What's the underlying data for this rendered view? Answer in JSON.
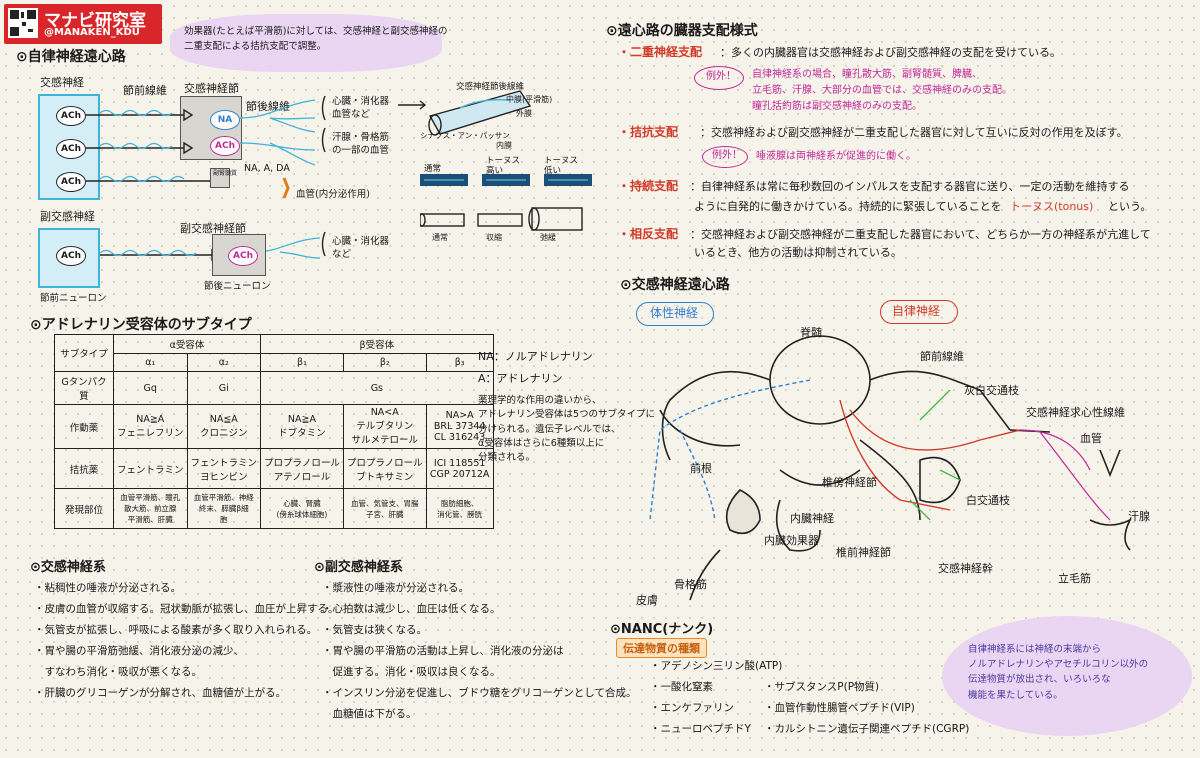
{
  "logo": {
    "title": "マナビ研究室",
    "handle": "@MANAKEN_KDU"
  },
  "top_note": {
    "line1": "効果器(たとえば平滑筋)に対しては、交感神経と副交感神経の",
    "line2": "二重支配による拮抗支配で調整。"
  },
  "left": {
    "heading": "⊙自律神経遠心路",
    "sympathetic": "交感神経",
    "preganglionic_fiber": "節前線維",
    "sympathetic_ganglion": "交感神経節",
    "postganglionic_fiber": "節後線維",
    "ach": "ACh",
    "na": "NA",
    "na_a_da": "NA, A, DA",
    "adrenal_medulla": "副腎髄質",
    "targets1": "心臓・消化器\n血管など",
    "targets2": "汗腺・骨格筋\nの一部の血管",
    "blood_note": "血管(内分泌作用)",
    "parasympathetic": "副交感神経",
    "parasympathetic_ganglion": "副交感神経節",
    "targets3": "心臓・消化器\nなど",
    "postganglionic_neuron": "節後ニューロン",
    "preganglionic_neuron": "節前ニューロン",
    "varicosity_title": "交感神経節後線維",
    "smooth_muscle": "中膜(平滑筋)",
    "adventitia": "外膜",
    "intima": "内膜",
    "synapse": "シナプス・アン・パッサン",
    "normal": "通常",
    "tonus_high": "トーヌス\n高い",
    "tonus_low": "トーヌス\n低い",
    "normal2": "通常",
    "contraction": "収縮",
    "relaxation": "弛緩"
  },
  "adrenergic": {
    "heading": "⊙アドレナリン受容体のサブタイプ",
    "alpha_receptor": "α受容体",
    "beta_receptor": "β受容体",
    "subtype": "サブタイプ",
    "subtypes": [
      "α₁",
      "α₂",
      "β₁",
      "β₂",
      "β₃"
    ],
    "g_protein_label": "Gタンパク質",
    "g_protein": [
      "Gq",
      "Gi",
      "Gs"
    ],
    "agonist_label": "作動薬",
    "agonists": [
      "NA≧A\nフェニレフリン",
      "NA≦A\nクロニジン",
      "NA≧A\nドブタミン",
      "NA<A\nテルブタリン\nサルメテロール",
      "NA>A\nBRL 37344\nCL 316243"
    ],
    "antagonist_label": "拮抗薬",
    "antagonists": [
      "フェントラミン",
      "フェントラミン\nヨヒンビン",
      "プロプラノロール\nアテノロール",
      "プロプラノロール\nブトキサミン",
      "ICI 118551\nCGP 20712A"
    ],
    "location_label": "発現部位",
    "locations": [
      "血管平滑筋、瞳孔\n散大筋、前立腺\n平滑筋、肝臓",
      "血管平滑筋、神経\n終末、膵臓β細\n胞",
      "心臓、腎臓\n(傍糸球体細胞)",
      "血管、気管支、胃腸\n子宮、肝臓",
      "脂肪細胞、\n消化管、膀胱"
    ],
    "na_def": "NA：ノルアドレナリン",
    "a_def": "A：アドレナリン",
    "note": "薬理学的な作用の違いから、\nアドレナリン受容体は5つのサブタイプに\n分けられる。遺伝子レベルでは、\nα受容体はさらに6種類以上に\n分類される。"
  },
  "sym_effects": {
    "heading": "⊙交感神経系",
    "items": [
      "・粘稠性の唾液が分泌される。",
      "・皮膚の血管が収縮する。冠状動脈が拡張し、血圧が上昇する。",
      "・気管支が拡張し、呼吸による酸素が多く取り入れられる。",
      "・胃や腸の平滑筋弛緩、消化液分泌の減少、",
      "　すなわち消化・吸収が悪くなる。",
      "・肝臓のグリコーゲンが分解され、血糖値が上がる。"
    ]
  },
  "para_effects": {
    "heading": "⊙副交感神経系",
    "items": [
      "・漿液性の唾液が分泌される。",
      "・心拍数は減少し、血圧は低くなる。",
      "・気管支は狭くなる。",
      "・胃や腸の平滑筋の活動は上昇し、消化液の分泌は",
      "　促進する。消化・吸収は良くなる。",
      "・インスリン分泌を促進し、ブドウ糖をグリコーゲンとして合成。",
      "　血糖値は下がる。"
    ]
  },
  "organ_control": {
    "heading": "⊙遠心路の臓器支配様式",
    "dual_title": "・二重神経支配",
    "dual_text": "：多くの内臓器官は交感神経および副交感神経の支配を受けている。",
    "exception1_tag": "例外！",
    "exception1_lines": [
      "自律神経系の場合、瞳孔散大筋、副腎髄質、脾臓、",
      "立毛筋、汗腺、大部分の血管では、交感神経のみの支配。",
      "瞳孔括約筋は副交感神経のみの支配。"
    ],
    "antag_title": "・拮抗支配",
    "antag_text": "：交感神経および副交感神経が二重支配した器官に対して互いに反対の作用を及ぼす。",
    "exception2_tag": "例外！",
    "exception2_text": "唾液腺は両神経系が促進的に働く。",
    "tonic_title": "・持続支配",
    "tonic_text1": "：自律神経系は常に毎秒数回のインパルスを支配する器官に送り、一定の活動を維持する",
    "tonic_text2": "ように自発的に働きかけている。持続的に緊張していることを",
    "tonus_word": "トーヌス(tonus)",
    "tonic_text3": "という。",
    "recip_title": "・相反支配",
    "recip_text1": "：交感神経および副交感神経が二重支配した器官において、どちらか一方の神経系が亢進して",
    "recip_text2": "いるとき、他方の活動は抑制されている。"
  },
  "sym_pathway": {
    "heading": "⊙交感神経遠心路",
    "somatic": "体性神経",
    "autonomic": "自律神経",
    "spinal_cord": "脊髄",
    "ganglion": "節前線維",
    "gray_ramus": "灰白交通枝",
    "sym_fiber": "交感神経求心性線維",
    "blood_vessel": "血管",
    "anterior_root": "前根",
    "ventral_branch": "椎傍神経節",
    "white_ramus": "白交通枝",
    "visceral_nerve": "内臓神経",
    "sweat_gland": "汗腺",
    "visceral_organs": "内臓効果器",
    "prevertebral": "椎前神経節",
    "skeletal_muscle": "骨格筋",
    "sym_trunk": "交感神経幹",
    "piloerector": "立毛筋",
    "skin": "皮膚"
  },
  "nanc": {
    "heading": "⊙NANC(ナンク)",
    "tag": "伝達物質の種類",
    "items_left": [
      "・アデノシン三リン酸(ATP)",
      "・一酸化窒素",
      "・エンケファリン",
      "・ニューロペプチドY"
    ],
    "items_right": [
      "・サブスタンスP(P物質)",
      "・血管作動性腸管ペプチド(VIP)",
      "・カルシトニン遺伝子関連ペプチド(CGRP)"
    ],
    "bubble": "自律神経系には神経の末端から\nノルアドレナリンやアセチルコリン以外の\n伝達物質が放出され、いろいろな\n機能を果たしている。"
  }
}
